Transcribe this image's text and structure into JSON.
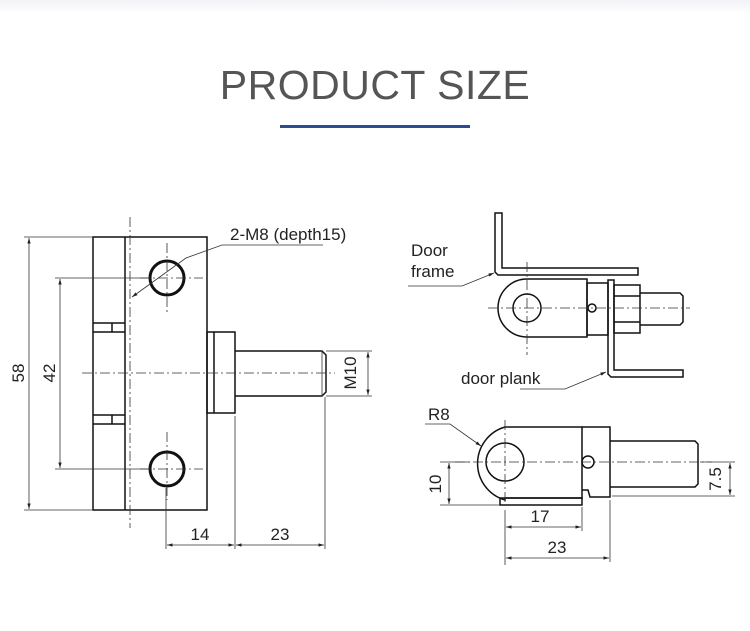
{
  "header": {
    "title": "PRODUCT SIZE",
    "accent_color": "#2a4d8f"
  },
  "front_view": {
    "hole_label": "2-M8 (depth15)",
    "height_overall": "58",
    "hole_spacing": "42",
    "thread": "M10",
    "flange_offset": "14",
    "stud_length": "23"
  },
  "installed_view": {
    "frame_label_1": "Door",
    "frame_label_2": "frame",
    "plank_label": "door plank"
  },
  "side_view": {
    "radius": "R8",
    "eye_offset": "10",
    "stud_offset": "7.5",
    "body_length": "17",
    "overall_length": "23"
  }
}
